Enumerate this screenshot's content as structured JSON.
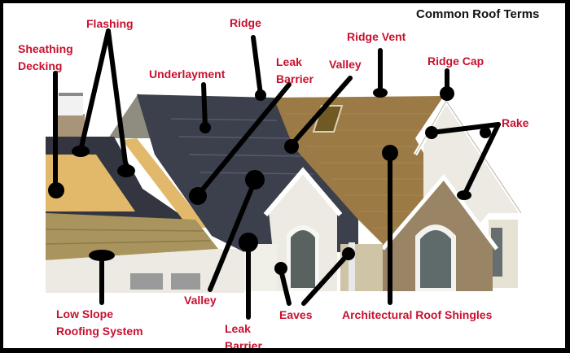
{
  "title": "Common Roof Terms",
  "colors": {
    "label": "#c8102e",
    "pointer": "#000000",
    "border": "#000000",
    "background": "#ffffff",
    "shingles_brown": "#9c7a45",
    "underlayment_dark": "#3c3f4c",
    "decking_wood": "#e2b96a",
    "low_slope_tan": "#a8945c",
    "siding_white": "#eceae2"
  },
  "labels": [
    {
      "id": "flashing",
      "lines": [
        "Flashing"
      ]
    },
    {
      "id": "ridge",
      "lines": [
        "Ridge"
      ]
    },
    {
      "id": "sheathing-decking",
      "lines": [
        "Sheathing",
        "Decking"
      ]
    },
    {
      "id": "leak-barrier-top",
      "lines": [
        "Leak",
        "Barrier"
      ]
    },
    {
      "id": "ridge-vent",
      "lines": [
        "Ridge Vent"
      ]
    },
    {
      "id": "underlayment",
      "lines": [
        "Underlayment"
      ]
    },
    {
      "id": "valley-top",
      "lines": [
        "Valley"
      ]
    },
    {
      "id": "ridge-cap",
      "lines": [
        "Ridge Cap"
      ]
    },
    {
      "id": "rake",
      "lines": [
        "Rake"
      ]
    },
    {
      "id": "low-slope",
      "lines": [
        "Low Slope",
        "Roofing System"
      ]
    },
    {
      "id": "valley-bottom",
      "lines": [
        "Valley"
      ]
    },
    {
      "id": "eaves",
      "lines": [
        "Eaves"
      ]
    },
    {
      "id": "architectural-shingles",
      "lines": [
        "Architectural Roof Shingles"
      ]
    },
    {
      "id": "leak-barrier-bottom",
      "lines": [
        "Leak",
        "Barrier"
      ]
    }
  ]
}
